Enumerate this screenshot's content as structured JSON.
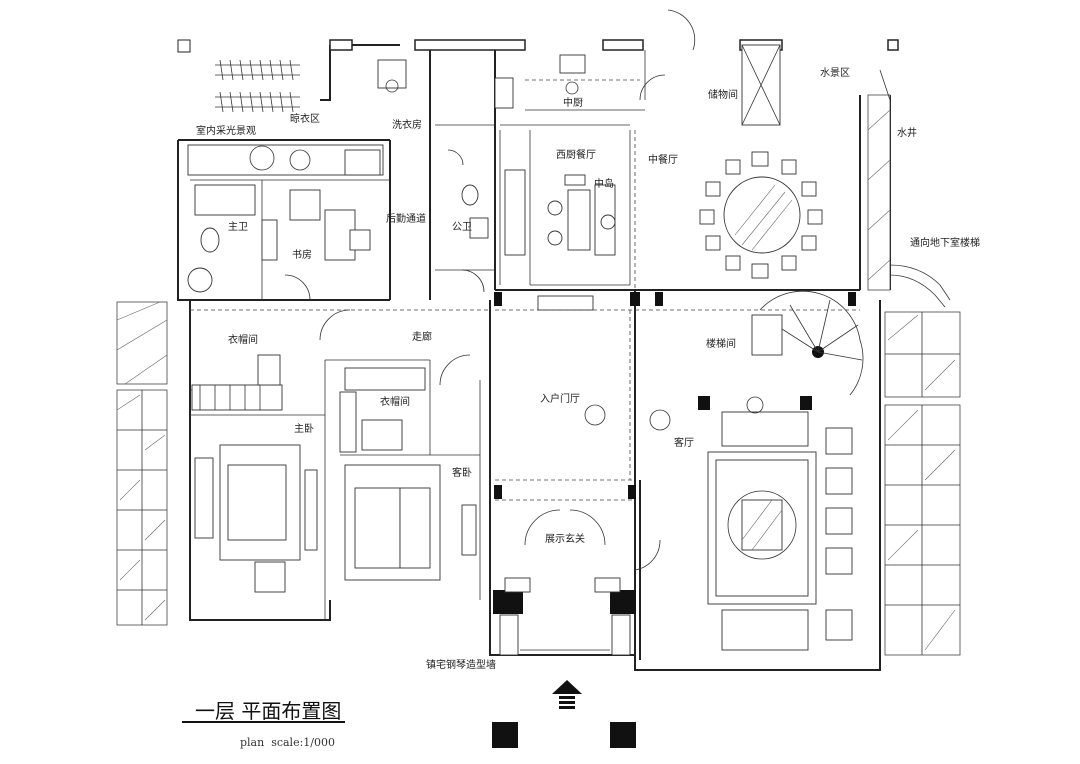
{
  "title": "一层 平面布置图",
  "subtitle": "plan  scale:1/000",
  "rooms": {
    "indoor_landscape": "室内采光景观",
    "laundry_area": "晾衣区",
    "laundry_room": "洗衣房",
    "master_bath": "主卫",
    "study": "书房",
    "service_passage": "后勤通道",
    "public_toilet": "公卫",
    "chinese_kitchen": "中厨",
    "western_dining": "西厨餐厅",
    "island": "中岛",
    "storage": "储物间",
    "chinese_dining": "中餐厅",
    "water_area": "水景区",
    "water_well": "水井",
    "basement_stairs": "通向地下室楼梯",
    "cloakroom_1": "衣帽间",
    "corridor": "走廊",
    "stair_hall": "楼梯间",
    "cloakroom_2": "衣帽间",
    "entry_hall": "入户门厅",
    "master_bedroom": "主卧",
    "guest_bedroom": "客卧",
    "living_room": "客厅",
    "display_porch": "展示玄关",
    "feature_wall": "镇宅钢琴造型墙"
  }
}
